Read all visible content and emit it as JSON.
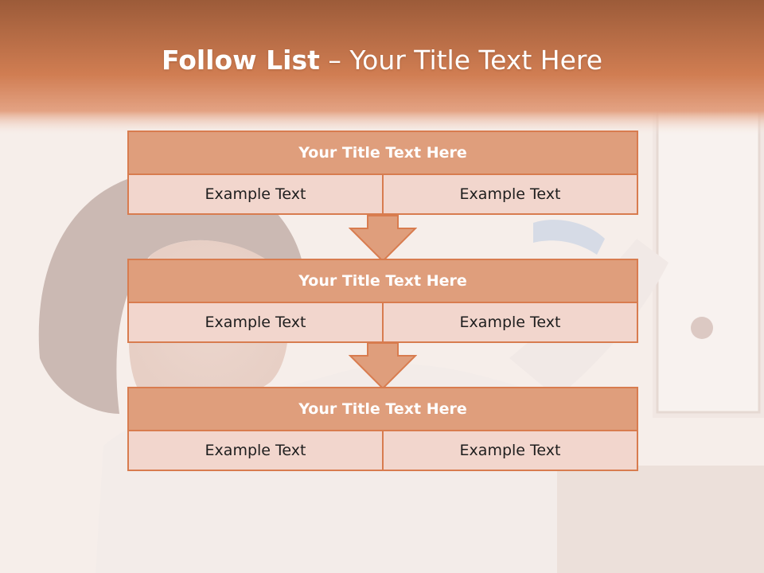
{
  "slide": {
    "title_bold": "Follow List",
    "title_rest": " – Your Title Text Here"
  },
  "steps": [
    {
      "title": "Your Title Text Here",
      "left": "Example Text",
      "right": "Example Text"
    },
    {
      "title": "Your Title Text Here",
      "left": "Example Text",
      "right": "Example Text"
    },
    {
      "title": "Your Title Text Here",
      "left": "Example Text",
      "right": "Example Text"
    }
  ],
  "colors": {
    "header_band": "#c77548",
    "box_title_fill": "#df9e7c",
    "box_cell_fill": "#f2d6cd",
    "outline": "#d87c4f"
  }
}
